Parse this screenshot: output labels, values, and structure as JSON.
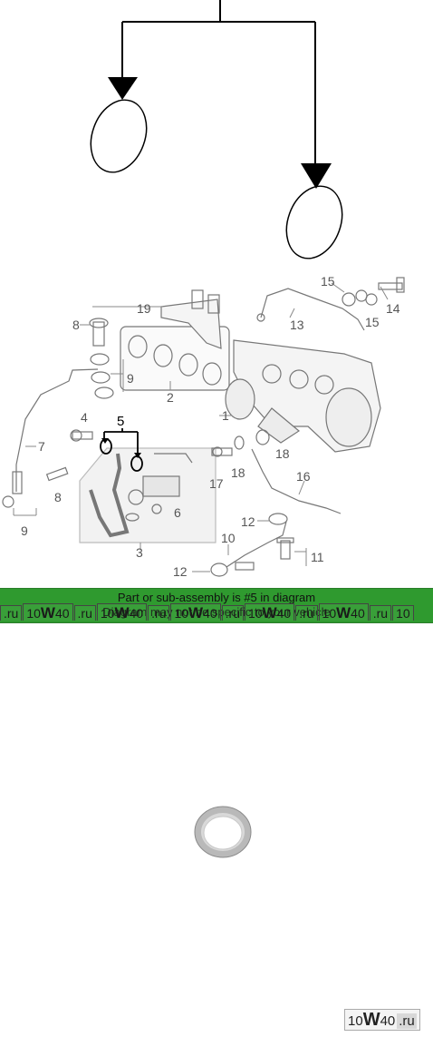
{
  "callouts": {
    "c1": "1",
    "c2": "2",
    "c3": "3",
    "c4": "4",
    "c5": "5",
    "c6": "6",
    "c7": "7",
    "c8": "8",
    "c9a": "9",
    "c9b": "9",
    "c10": "10",
    "c11": "11",
    "c12a": "12",
    "c12b": "12",
    "c13": "13",
    "c14": "14",
    "c15a": "15",
    "c15b": "15",
    "c16": "16",
    "c17": "17",
    "c18a": "18",
    "c18b": "18",
    "c19": "19",
    "c8b": "8"
  },
  "banner": {
    "line1": "Part or sub-assembly is #5 in diagram",
    "line2": "Diagram may not be specific to your vehicle"
  },
  "watermark": {
    "left_ru": ".ru",
    "cell_10": "10",
    "cell_w": "W",
    "cell_40": "40",
    "cell_ru": ".ru"
  },
  "logo": {
    "ten": "10",
    "w": "W",
    "forty": "40",
    "ru": ".ru"
  },
  "colors": {
    "banner": "#2f9a2f",
    "line": "#555555"
  }
}
